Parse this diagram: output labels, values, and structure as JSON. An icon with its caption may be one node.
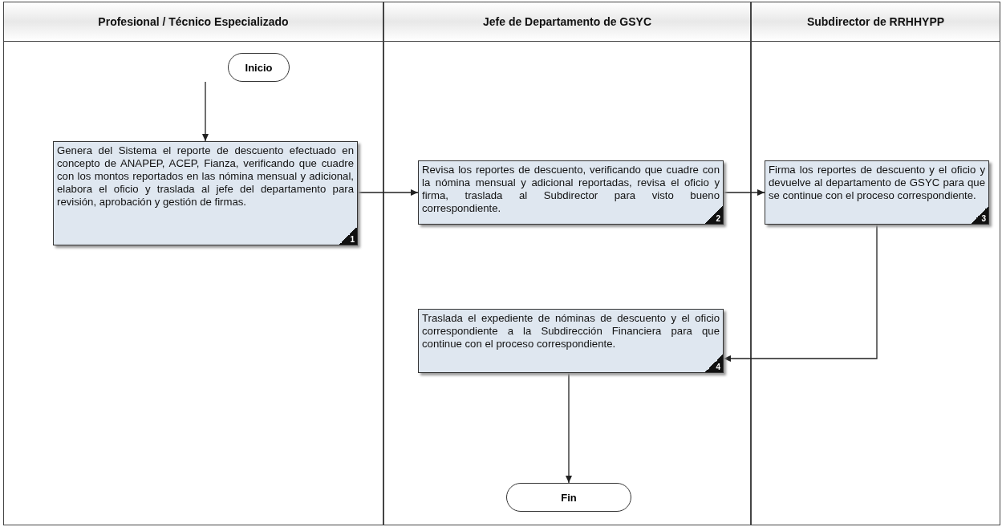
{
  "diagram": {
    "nodes": [
      {
        "text": [
          "Profesional / Técnico Especializado"
        ]
      },
      {
        "text": [
          "Jefe de Departamento de GSYC"
        ]
      },
      {
        "text": [
          "Subdirector de RRHHYPP"
        ]
      },
      {
        "text": [
          "Inicio"
        ],
        "in": 0
      },
      {
        "text": [
          "Genera del Sistema el reporte de descuento efectuado en concepto de ANAPEP, ACEP, Fianza, verificando que cuadre con los montos reportados en las nómina mensual y adicional, elabora el oficio y traslada al jefe del departamento para revisión, aprobación y gestión de firmas.",
          "1"
        ],
        "in": 0
      },
      {
        "text": [
          "Revisa los reportes de descuento, verificando que cuadre con la nómina mensual y adicional reportadas, revisa el oficio y firma, traslada al Subdirector para visto bueno correspondiente.",
          "2"
        ],
        "in": 1
      },
      {
        "text": [
          "Firma los reportes de descuento y el oficio y devuelve al departamento de GSYC para que se continue con el proceso correspondiente.",
          "3"
        ],
        "in": 2
      },
      {
        "text": [
          "Traslada el expediente de nóminas de descuento y el oficio correspondiente a la Subdirección Financiera para que continue con el proceso correspondiente.",
          "4"
        ],
        "in": 1
      },
      {
        "text": [
          "Fin"
        ],
        "in": 1
      }
    ],
    "edges": [
      {
        "from": 3,
        "to": 4,
        "arrow": "to"
      },
      {
        "from": 4,
        "to": 5,
        "arrow": "to"
      },
      {
        "from": 5,
        "to": 6,
        "arrow": "to"
      },
      {
        "from": 6,
        "to": 7,
        "arrow": "to"
      },
      {
        "from": 7,
        "to": 8,
        "arrow": "to"
      }
    ]
  }
}
